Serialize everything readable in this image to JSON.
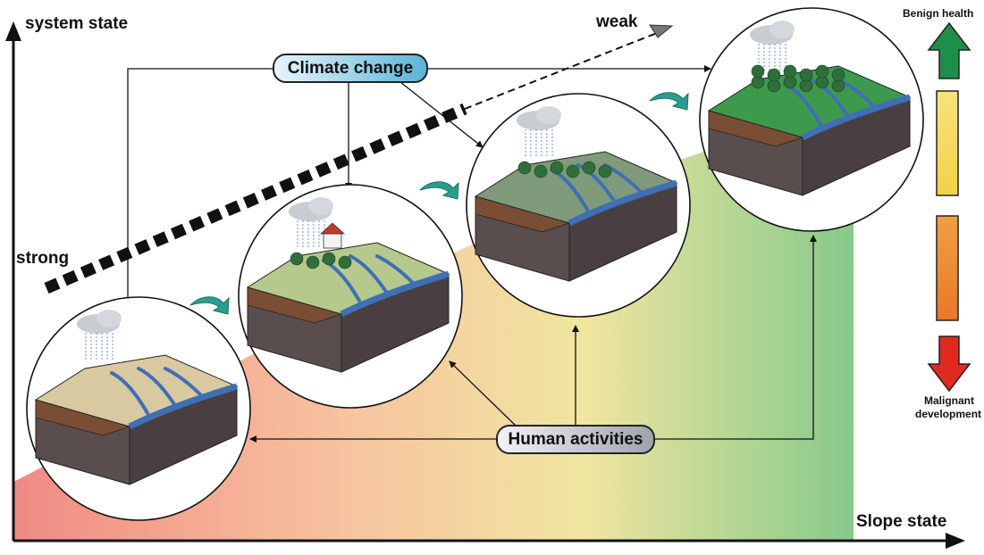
{
  "axes": {
    "y_label": "system state",
    "x_label": "Slope state"
  },
  "trend": {
    "start_label": "strong",
    "end_label": "weak"
  },
  "drivers": {
    "climate": "Climate change",
    "human": "Human activities"
  },
  "health_scale": {
    "top_label": "Benign health",
    "bottom_label_line1": "Malignant",
    "bottom_label_line2": "development"
  },
  "colors": {
    "gradient_red": "#f08a84",
    "gradient_orange": "#f7c4a0",
    "gradient_yellow": "#f0e6a0",
    "gradient_green": "#86c98a",
    "benign_green": "#1e8f4a",
    "malignant_red": "#e02a20",
    "bar_yellow": "#f2d24a",
    "bar_orange": "#e8782a",
    "climate_pill": "#5ab3d6",
    "human_pill": "#9ea3ab",
    "water": "#3f6fb5",
    "soil_dark": "#5a4d4d",
    "soil_brown": "#7a4e34"
  },
  "stages": [
    {
      "name": "degraded-slope",
      "surface_color": "#d8c9a0",
      "trees": 0
    },
    {
      "name": "recovering-slope",
      "surface_color": "#b5c98c",
      "trees": 4
    },
    {
      "name": "improving-slope",
      "surface_color": "#7e9a7a",
      "trees": 6
    },
    {
      "name": "healthy-slope",
      "surface_color": "#3d9a4c",
      "trees": 12
    }
  ]
}
